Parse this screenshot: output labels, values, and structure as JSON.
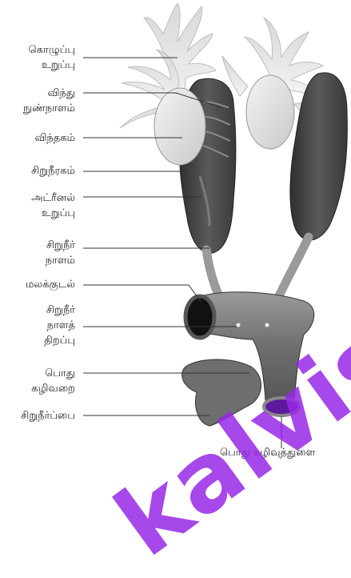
{
  "labels": {
    "horn": [
      "கொழுப்பு",
      "உறுப்பு"
    ],
    "efferent": [
      "விந்து",
      "நுண்நாளம்"
    ],
    "testis": "விந்தகம்",
    "kidney": "சிறுநீரகம்",
    "adrenal": [
      "அட்ரீனல்",
      "உறுப்பு"
    ],
    "ureter": [
      "சிறுநீர்",
      "நாளம்"
    ],
    "rectum": "மலக்குடல்",
    "ureter_opening": [
      "சிறுநீர்",
      "நாளத்",
      "திறப்பு"
    ],
    "cloaca": [
      "பொது",
      "கழிவறை"
    ],
    "bladder": "சிறுநீர்ப்பை",
    "vent": "பொது கழிவுத்துளை"
  },
  "watermark": "kalvisalai",
  "colors": {
    "kidney": "#4a4a4a",
    "testis": "#e2e2e2",
    "watermark": "#9b30e8",
    "line": "#333333"
  }
}
